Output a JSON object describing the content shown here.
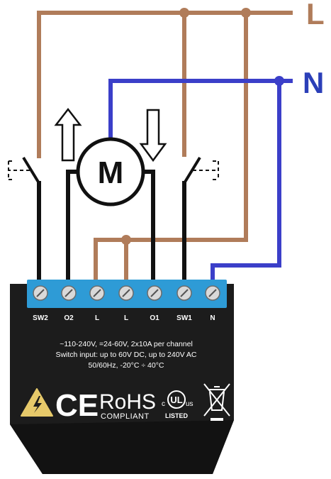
{
  "supply": {
    "line_label": "L",
    "neutral_label": "N"
  },
  "motor": {
    "label": "M"
  },
  "terminals": [
    "SW2",
    "O2",
    "L",
    "L",
    "O1",
    "SW1",
    "N"
  ],
  "device": {
    "spec_line_1": "~110-240V, =24-60V, 2x10A per channel",
    "spec_line_2": "Switch input: up to 60V DC, up to 240V AC",
    "spec_line_3": "50/60Hz, -20°C ÷ 40°C",
    "ce_mark": "CE",
    "rohs_mark": "RoHS",
    "rohs_sub": "COMPLIANT",
    "ul_mark": "UL",
    "ul_c": "c",
    "ul_us": "us",
    "ul_listed": "LISTED"
  },
  "colors": {
    "live_wire": "#B07C5A",
    "neutral_wire": "#3B3FC9",
    "switched_wire": "#111111",
    "label_line": "#B07C5A",
    "label_neutral": "#2B3FB8",
    "terminal_block": "#2E9BD6",
    "device_body": "#1c1c1c"
  }
}
